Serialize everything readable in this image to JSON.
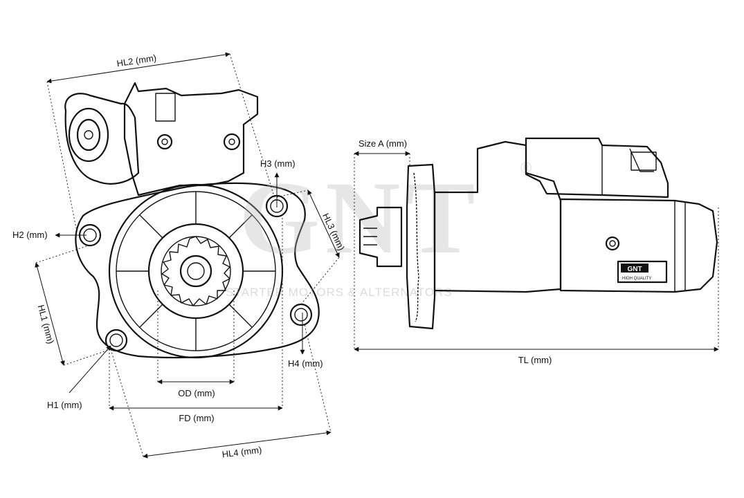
{
  "title": "Starter motor dimension diagram",
  "watermark": {
    "brand": "GNT",
    "registered": "®",
    "tagline": "STARTER MOTORS & ALTERNATORS"
  },
  "nameplate": {
    "brand": "GNT",
    "sub": "HIGH QUALITY"
  },
  "front_view": {
    "labels": {
      "hl2": "HL2 (mm)",
      "hl3": "HL3 (mm)",
      "hl1": "HL1 (mm)",
      "hl4": "HL4 (mm)",
      "h1": "H1 (mm)",
      "h2": "H2 (mm)",
      "h3": "H3 (mm)",
      "h4": "H4 (mm)",
      "od": "OD (mm)",
      "fd": "FD (mm)"
    }
  },
  "side_view": {
    "labels": {
      "size_a": "Size A (mm)",
      "tl": "TL (mm)"
    }
  },
  "colors": {
    "ink": "#111111",
    "watermark": "#c8c8c8",
    "background": "#ffffff"
  }
}
